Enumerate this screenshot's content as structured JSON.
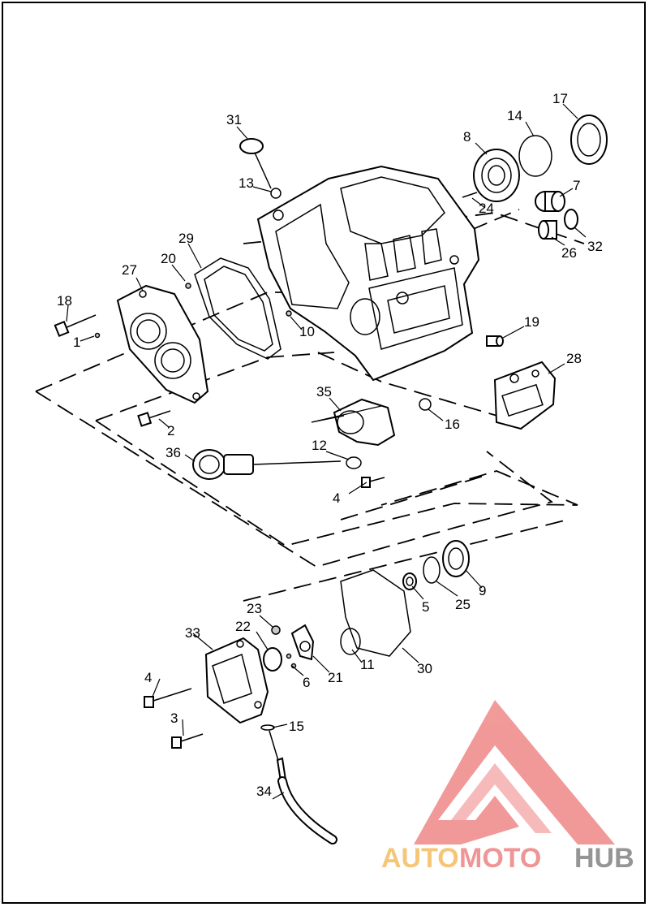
{
  "diagram": {
    "callouts": [
      {
        "id": "c1",
        "label": "1"
      },
      {
        "id": "c2",
        "label": "2"
      },
      {
        "id": "c3",
        "label": "3"
      },
      {
        "id": "c4a",
        "label": "4"
      },
      {
        "id": "c4b",
        "label": "4"
      },
      {
        "id": "c5",
        "label": "5"
      },
      {
        "id": "c6",
        "label": "6"
      },
      {
        "id": "c7",
        "label": "7"
      },
      {
        "id": "c8",
        "label": "8"
      },
      {
        "id": "c9",
        "label": "9"
      },
      {
        "id": "c10",
        "label": "10"
      },
      {
        "id": "c11",
        "label": "11"
      },
      {
        "id": "c12",
        "label": "12"
      },
      {
        "id": "c13",
        "label": "13"
      },
      {
        "id": "c14",
        "label": "14"
      },
      {
        "id": "c15",
        "label": "15"
      },
      {
        "id": "c16",
        "label": "16"
      },
      {
        "id": "c17",
        "label": "17"
      },
      {
        "id": "c18",
        "label": "18"
      },
      {
        "id": "c19",
        "label": "19"
      },
      {
        "id": "c20",
        "label": "20"
      },
      {
        "id": "c21",
        "label": "21"
      },
      {
        "id": "c22",
        "label": "22"
      },
      {
        "id": "c23",
        "label": "23"
      },
      {
        "id": "c24",
        "label": "24"
      },
      {
        "id": "c25",
        "label": "25"
      },
      {
        "id": "c26",
        "label": "26"
      },
      {
        "id": "c27",
        "label": "27"
      },
      {
        "id": "c28",
        "label": "28"
      },
      {
        "id": "c29",
        "label": "29"
      },
      {
        "id": "c30",
        "label": "30"
      },
      {
        "id": "c31",
        "label": "31"
      },
      {
        "id": "c32",
        "label": "32"
      },
      {
        "id": "c33",
        "label": "33"
      },
      {
        "id": "c34",
        "label": "34"
      },
      {
        "id": "c35",
        "label": "35"
      },
      {
        "id": "c36",
        "label": "36"
      }
    ]
  },
  "watermark": {
    "word_auto": "AUTO",
    "word_moto": "MOTO",
    "word_hub": "HUB",
    "colors": {
      "auto": "#f4c06a",
      "moto": "#ee8a8a",
      "hub": "#8a8a8a",
      "triangle": "#f08f8f"
    }
  }
}
